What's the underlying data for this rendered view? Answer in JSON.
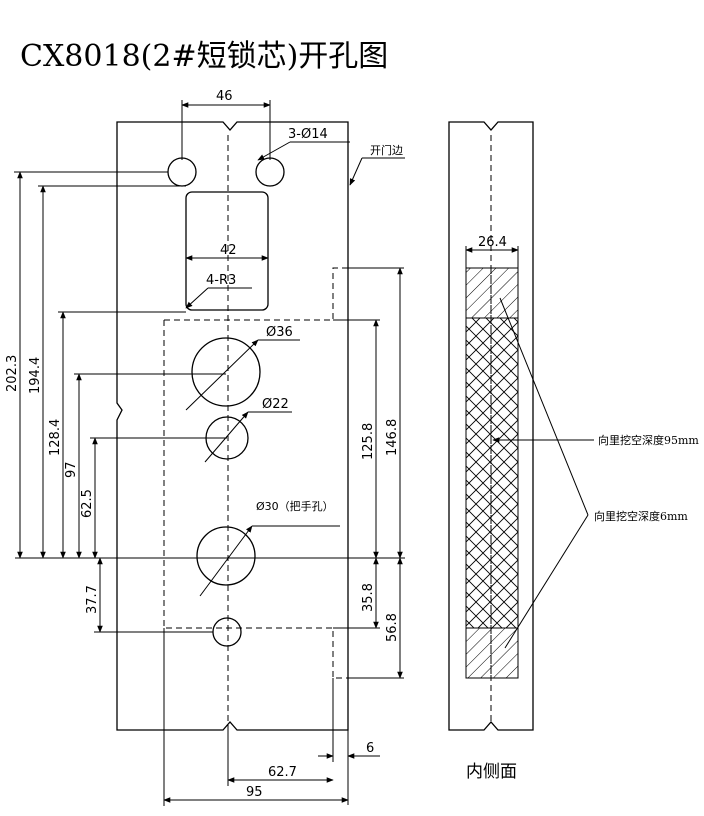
{
  "title": "CX8018(2#短锁芯)开孔图",
  "labels": {
    "door_edge": "开门边",
    "inner_side": "内侧面",
    "recess_95": "向里挖空深度95mm",
    "recess_6": "向里挖空深度6mm",
    "hole_2_14": "3-Ø14",
    "hole_36": "Ø36",
    "hole_22": "Ø22",
    "hole_30": "Ø30（把手孔）",
    "corner_r": "4-R3"
  },
  "dimensions": {
    "d46": "46",
    "d42": "42",
    "d202_3": "202.3",
    "d194_4": "194.4",
    "d128_4": "128.4",
    "d97": "97",
    "d62_5": "62.5",
    "d37_7": "37.7",
    "d125_8": "125.8",
    "d146_8": "146.8",
    "d35_8": "35.8",
    "d56_8": "56.8",
    "d6": "6",
    "d62_7": "62.7",
    "d95": "95",
    "d26_4": "26.4"
  }
}
